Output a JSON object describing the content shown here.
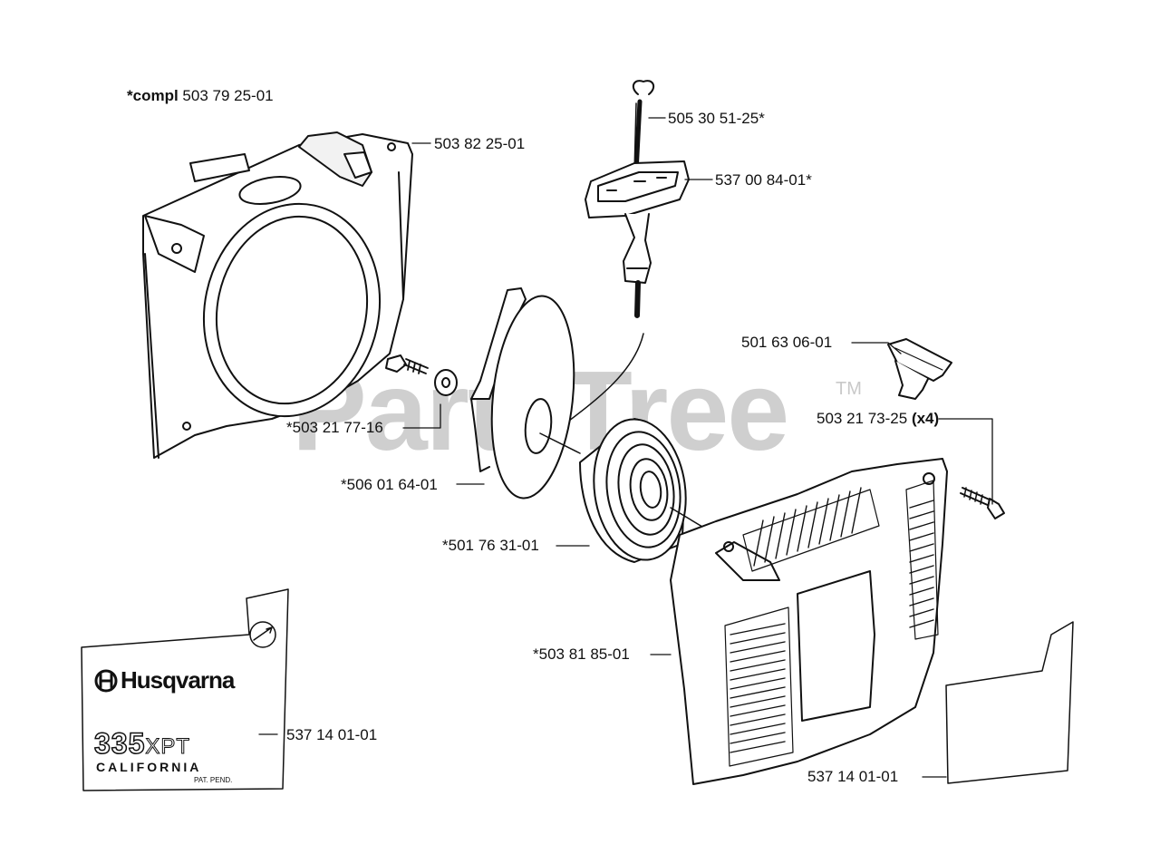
{
  "diagram": {
    "watermark": "PartsTree",
    "trademark": "TM",
    "labels": {
      "compl_prefix": "*compl",
      "compl_number": "503 79 25-01",
      "fan_housing": "503 82 25-01",
      "handle_pin": "505 30 51-25*",
      "starter_handle": "537 00 84-01*",
      "air_valve": "501 63 06-01",
      "screw_x4_number": "503 21 73-25",
      "screw_x4_qty": "(x4)",
      "center_screw": "*503 21 77-16",
      "pulley": "*506 01 64-01",
      "spring_cassette": "*501 76 31-01",
      "starter_housing": "*503 81 85-01",
      "decal_left": "537 14 01-01",
      "decal_right": "537 14 01-01"
    },
    "decal": {
      "brand": "Husqvarna",
      "model_number": "335",
      "model_suffix": "XPT",
      "region": "CALIFORNIA",
      "patent": "PAT. PEND."
    }
  }
}
